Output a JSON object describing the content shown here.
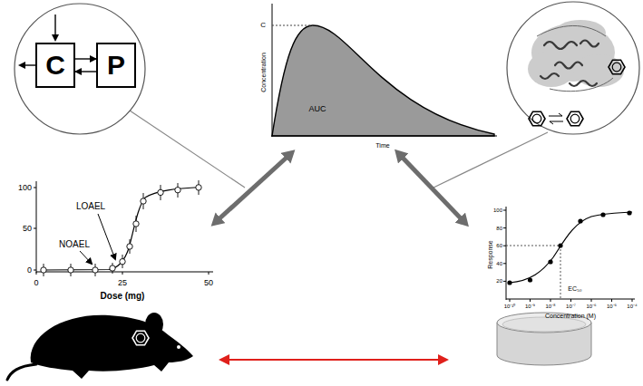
{
  "diagram": {
    "nodes": [
      {
        "text": [
          "C"
        ]
      },
      {
        "text": [
          "P"
        ]
      }
    ],
    "edges": [
      {
        "from": 0,
        "to": 1,
        "arrow": "to"
      },
      {
        "from": 1,
        "to": 0,
        "arrow": "to"
      }
    ],
    "labels": [
      "C",
      "AUC",
      "Concentration",
      "Time",
      "NOAEL",
      "LOAEL",
      "100",
      "50",
      "0",
      "0",
      "25",
      "50",
      "Dose (mg)",
      "EC₅₀",
      "Response",
      "Concentration (M)",
      "20",
      "40",
      "60",
      "80",
      "100",
      "10⁻¹⁰",
      "10⁻⁹",
      "10⁻⁸",
      "10⁻⁷",
      "10⁻⁶",
      "10⁻⁵",
      "10⁻⁴"
    ]
  }
}
